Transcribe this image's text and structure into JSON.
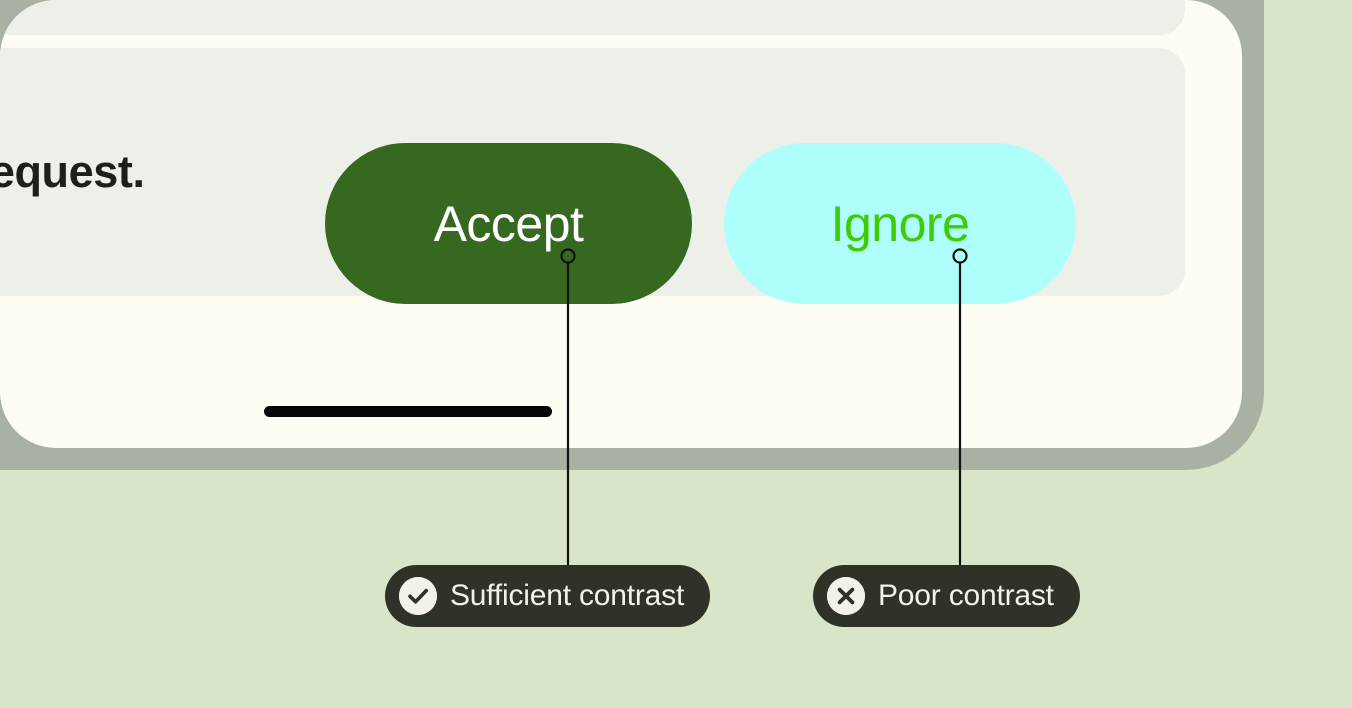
{
  "screen": {
    "card_text": "a request.",
    "buttons": [
      {
        "id": "accept",
        "label": "Accept",
        "bg": "#36681f",
        "fg": "#ffffff"
      },
      {
        "id": "ignore",
        "label": "Ignore",
        "bg": "#aefffb",
        "fg": "#3fcc05"
      }
    ],
    "home_indicator": "home-indicator-bar"
  },
  "annotations": [
    {
      "id": "sufficient",
      "label": "Sufficient contrast",
      "icon": "check-circle-icon",
      "target": "accept"
    },
    {
      "id": "poor",
      "label": "Poor contrast",
      "icon": "x-circle-icon",
      "target": "ignore"
    }
  ],
  "colors": {
    "page_background": "#d9e5c9",
    "device_bezel": "#a9b2a2",
    "screen_background": "#fdfdf3",
    "card_background": "#edf0e8",
    "card_text": "#1c2018",
    "accept_button_bg": "#36681f",
    "accept_button_fg": "#ffffff",
    "ignore_button_bg": "#aefffb",
    "ignore_button_fg": "#3fcc05",
    "annotation_pill_bg": "#2e3227",
    "annotation_pill_fg": "#f3f2ea",
    "annotation_icon_bg": "#f2f1ea",
    "leader_line": "#111111",
    "home_indicator": "#050505"
  }
}
